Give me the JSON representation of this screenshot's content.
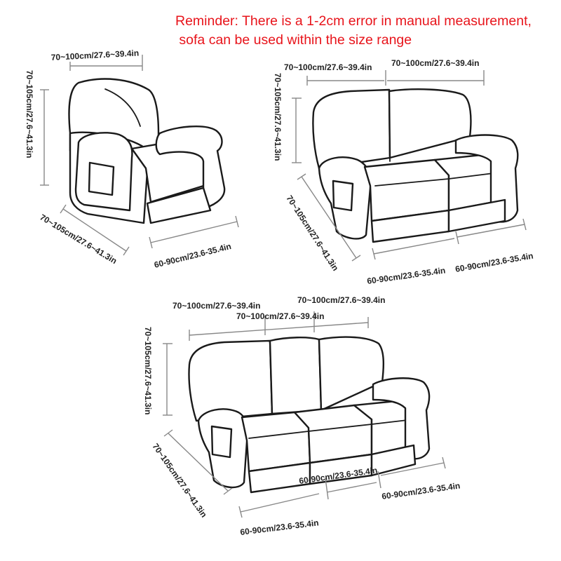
{
  "reminder": {
    "line1": "Reminder: There is a 1-2cm error in manual measurement,",
    "line2": " sofa can be used within the size range"
  },
  "single_seat": {
    "width": "70~100cm/27.6~39.4in",
    "height": "70~105cm/27.6~41.3in",
    "depth": "70~105cm/27.6~41.3in",
    "seat": "60-90cm/23.6-35.4in"
  },
  "two_seat": {
    "width_left": "70~100cm/27.6~39.4in",
    "width_right": "70~100cm/27.6~39.4in",
    "height": "70~105cm/27.6~41.3in",
    "depth": "70~105cm/27.6~41.3in",
    "seat_left": "60-90cm/23.6-35.4in",
    "seat_right": "60-90cm/23.6-35.4in"
  },
  "three_seat": {
    "width_left": "70~100cm/27.6~39.4in",
    "width_middle": "70~100cm/27.6~39.4in",
    "width_right": "70~100cm/27.6~39.4in",
    "height": "70~105cm/27.6~41.3in",
    "depth": "70~105cm/27.6~41.3in",
    "seat_middle": "60-90cm/23.6-35.4in",
    "seat_right": "60-90cm/23.6-35.4in",
    "seat_bottom": "60-90cm/23.6-35.4in"
  },
  "colors": {
    "reminder": "#e8141b",
    "outline": "#1a1a1a",
    "dimension_line": "#888888"
  }
}
